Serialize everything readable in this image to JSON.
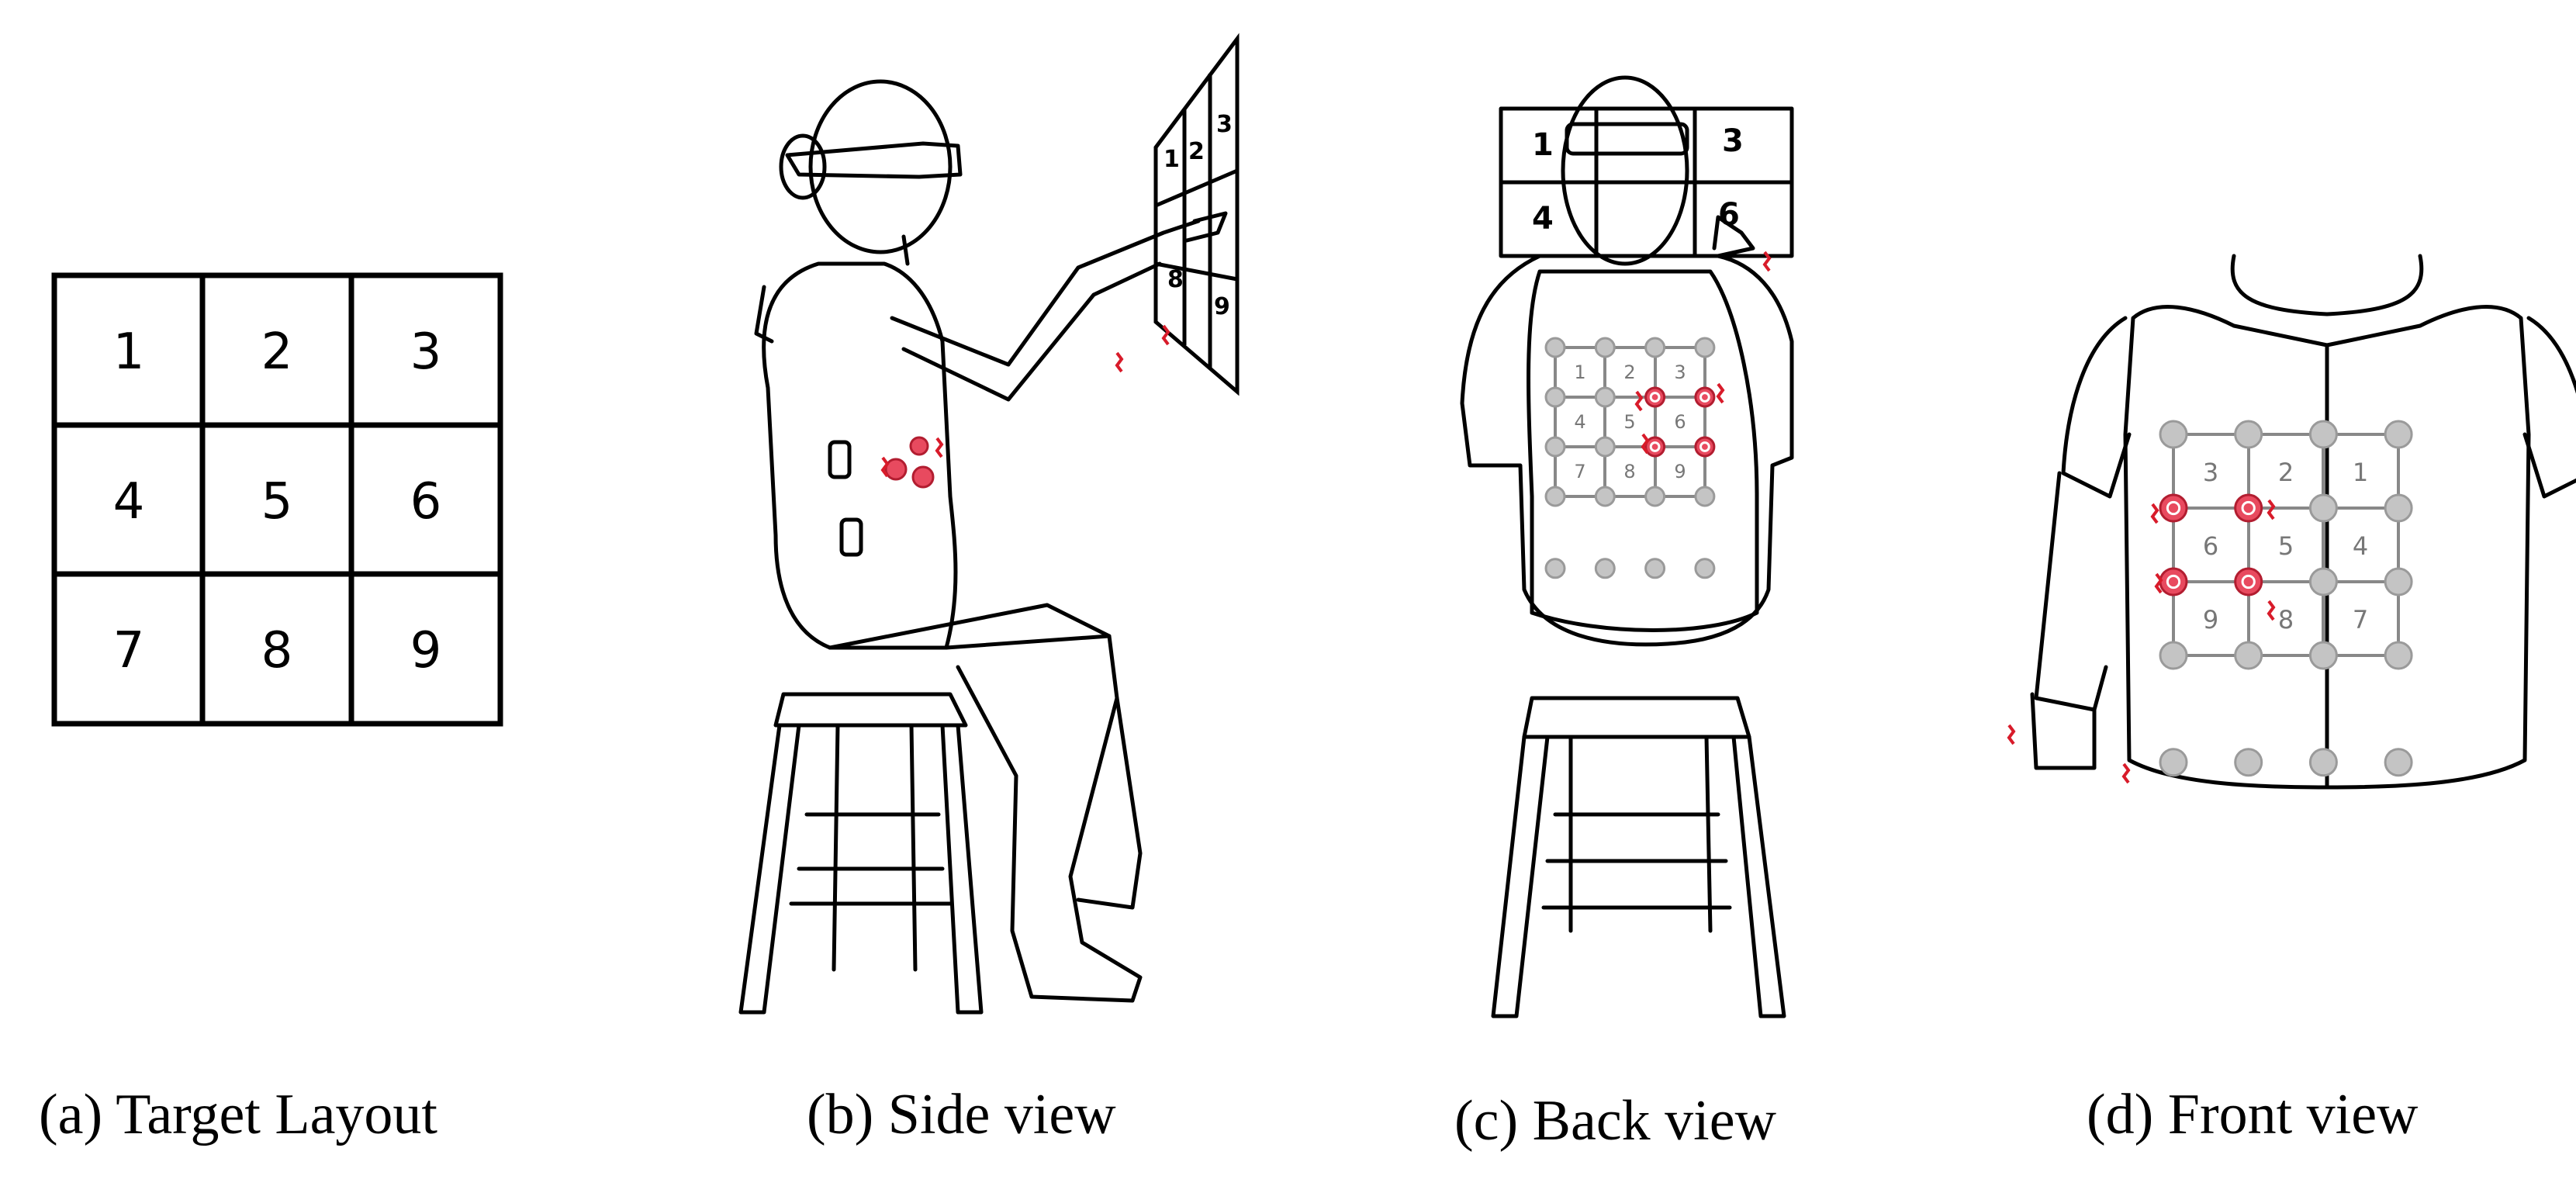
{
  "captions": {
    "a": "(a) Target Layout",
    "b": "(b) Side view",
    "c": "(c) Back view",
    "d": "(d) Front view"
  },
  "target_layout": {
    "rows": [
      [
        "1",
        "2",
        "3"
      ],
      [
        "4",
        "5",
        "6"
      ],
      [
        "7",
        "8",
        "9"
      ]
    ]
  },
  "side_view": {
    "panel_numbers": [
      "1",
      "2",
      "3",
      "8",
      "9"
    ]
  },
  "back_view": {
    "panel_numbers": [
      "1",
      "3",
      "4",
      "6"
    ],
    "vest_numbers": [
      "1",
      "2",
      "3",
      "4",
      "5",
      "6",
      "7",
      "8",
      "9"
    ]
  },
  "front_view": {
    "vest_numbers": [
      "3",
      "2",
      "1",
      "6",
      "5",
      "4",
      "9",
      "8",
      "7"
    ]
  },
  "colors": {
    "ink": "#000000",
    "actuator_off": "#c4c4c4",
    "actuator_on": "#e84a5f",
    "vibration": "#d81b2a"
  }
}
